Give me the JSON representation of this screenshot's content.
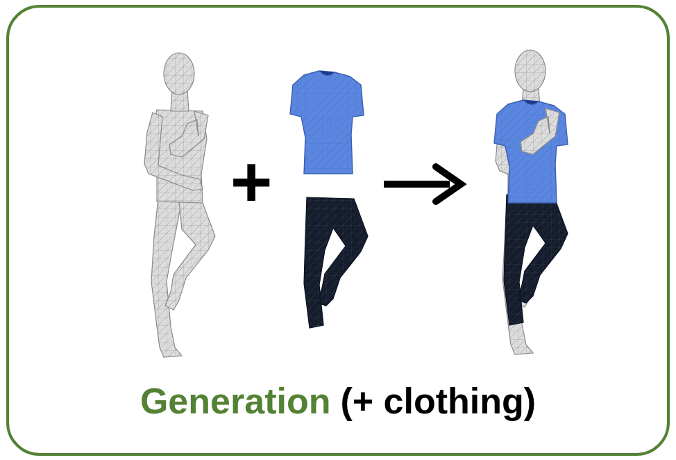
{
  "diagram": {
    "labels": [
      "+",
      "Generation",
      "(+ clothing)"
    ]
  }
}
